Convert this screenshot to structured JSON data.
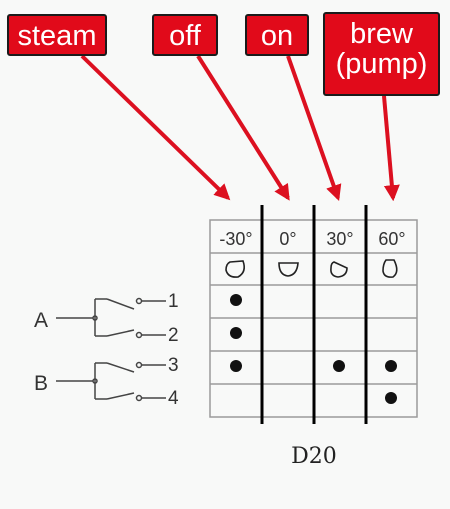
{
  "callouts": {
    "steam": "steam",
    "off": "off",
    "on": "on",
    "brew_line1": "brew",
    "brew_line2": "(pump)"
  },
  "table": {
    "angles": [
      "-30°",
      "0°",
      "30°",
      "60°"
    ],
    "cam_icons": [
      "cam-lobe-icon-left",
      "cam-lobe-icon-down",
      "cam-lobe-icon-right",
      "cam-lobe-icon-up"
    ],
    "rows": [
      {
        "label": "1",
        "dots": [
          true,
          false,
          false,
          false
        ]
      },
      {
        "label": "2",
        "dots": [
          true,
          false,
          false,
          false
        ]
      },
      {
        "label": "3",
        "dots": [
          true,
          false,
          true,
          true
        ]
      },
      {
        "label": "4",
        "dots": [
          false,
          false,
          false,
          true
        ]
      }
    ]
  },
  "switches": {
    "a": "A",
    "b": "B"
  },
  "caption": "D20",
  "colors": {
    "callout_fill": "#e10a1a",
    "arrow": "#dc1020",
    "background": "#f8f9f8"
  }
}
